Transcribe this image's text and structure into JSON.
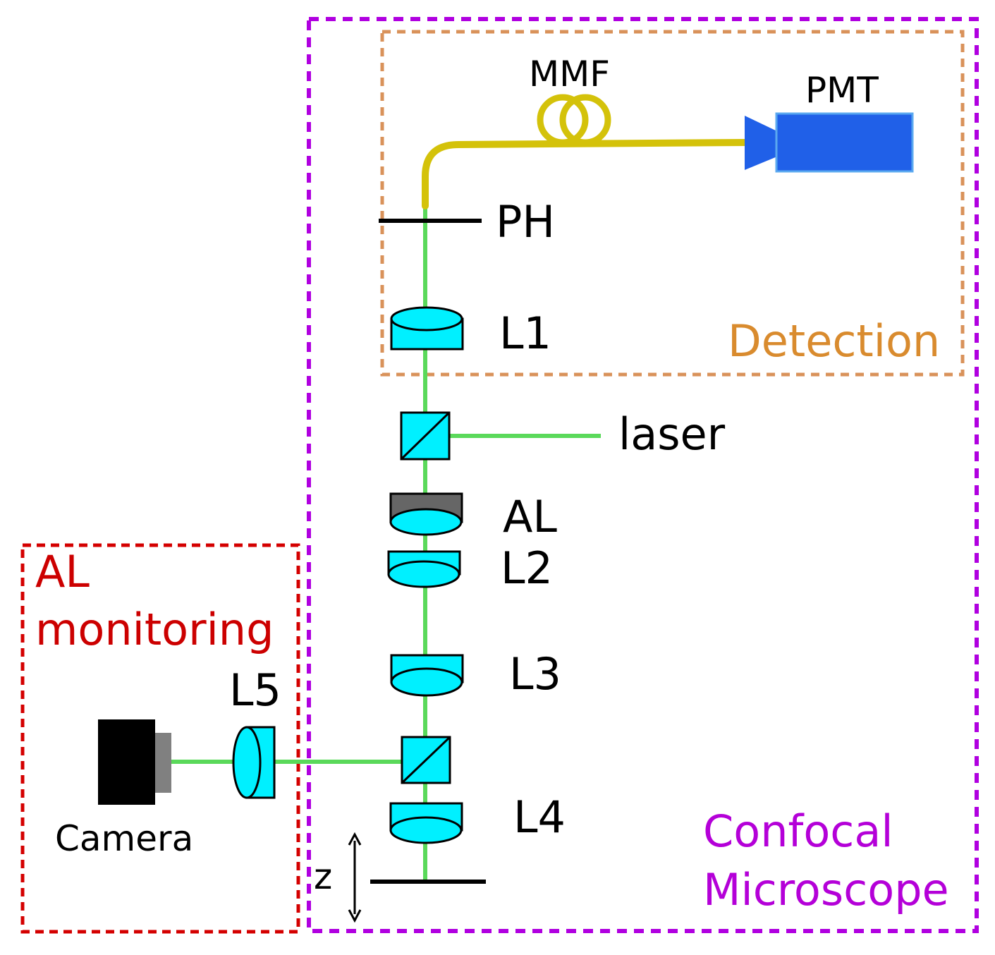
{
  "colors": {
    "beam": "#5ad95a",
    "fiber": "#d4c20a",
    "lens_fill": "#00f0ff",
    "aperture_fill": "#666666",
    "pmt": "#2060e8",
    "pmt_edge": "#5aa8f0",
    "camera_body": "#000000",
    "camera_adapter": "#808080",
    "confocal_border": "#b000e0",
    "detection_border": "#d9925a",
    "monitoring_border": "#d40000",
    "detection_text": "#d98b2e",
    "monitoring_text": "#cc0000",
    "confocal_text": "#b400d8"
  },
  "regions": {
    "confocal": {
      "line1": "Confocal",
      "line2": "Microscope"
    },
    "detection": {
      "title": "Detection"
    },
    "monitoring": {
      "line1": "AL",
      "line2": "monitoring"
    }
  },
  "components": {
    "mmf": "MMF",
    "pmt": "PMT",
    "pinhole": "PH",
    "l1": "L1",
    "laser": "laser",
    "al": "AL",
    "l2": "L2",
    "l3": "L3",
    "l4": "L4",
    "l5": "L5",
    "camera": "Camera",
    "z_axis": "z"
  },
  "icons": {
    "beam_splitter_upper": "beam-splitter-cube-icon",
    "beam_splitter_lower": "beam-splitter-cube-icon",
    "pmt": "photomultiplier-tube-icon",
    "camera": "camera-icon",
    "fiber_coil": "fiber-coil-icon",
    "z_arrow": "double-headed-arrow-icon"
  }
}
